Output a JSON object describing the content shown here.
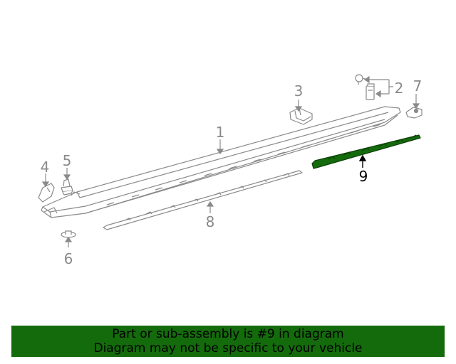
{
  "diagram": {
    "highlight_color": "#146b0c",
    "line_color": "#8a8a8a",
    "callouts": {
      "c1": "1",
      "c2": "2",
      "c3": "3",
      "c4": "4",
      "c5": "5",
      "c6": "6",
      "c7": "7",
      "c8": "8",
      "c9": "9"
    },
    "highlighted_part": "9"
  },
  "banner": {
    "line1": "Part or sub-assembly is #9 in diagram",
    "line2": "Diagram may not be specific to your vehicle",
    "background": "#146b0c"
  }
}
